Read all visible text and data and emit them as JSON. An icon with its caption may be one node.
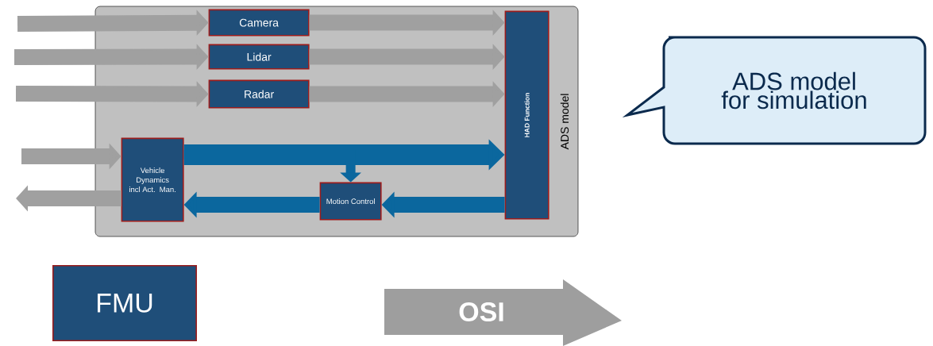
{
  "diagram": {
    "nodes": [
      {
        "text": [
          "ADS model"
        ]
      },
      {
        "text": [
          "Camera"
        ],
        "in": 0
      },
      {
        "text": [
          "Lidar"
        ],
        "in": 0
      },
      {
        "text": [
          "Radar"
        ],
        "in": 0
      },
      {
        "text": [
          "HAD Function"
        ],
        "in": 0
      },
      {
        "text": [
          "Vehicle Dynamics incl Act. Man."
        ],
        "in": 0
      },
      {
        "text": [
          "Motion Control"
        ],
        "in": 0
      },
      {
        "text": [
          "FMU"
        ]
      },
      {
        "text": [
          "OSI"
        ]
      },
      {
        "text": [
          "ADS model for simulation"
        ]
      }
    ],
    "edges": [
      {
        "from": null,
        "to": 1,
        "arrow": "to"
      },
      {
        "from": null,
        "to": 2,
        "arrow": "to"
      },
      {
        "from": null,
        "to": 3,
        "arrow": "to"
      },
      {
        "from": 1,
        "to": 4,
        "arrow": "to"
      },
      {
        "from": 2,
        "to": 4,
        "arrow": "to"
      },
      {
        "from": 3,
        "to": 4,
        "arrow": "to"
      },
      {
        "from": null,
        "to": 5,
        "arrow": "to"
      },
      {
        "from": 5,
        "to": null,
        "arrow": "to"
      },
      {
        "from": 5,
        "to": 4,
        "arrow": "to",
        "color": "#0b679e"
      },
      {
        "from": 5,
        "to": 6,
        "arrow": "to",
        "color": "#0b679e"
      },
      {
        "from": 4,
        "to": 6,
        "arrow": "to",
        "color": "#0b679e"
      },
      {
        "from": 6,
        "to": 5,
        "arrow": "to",
        "color": "#0b679e"
      }
    ]
  }
}
